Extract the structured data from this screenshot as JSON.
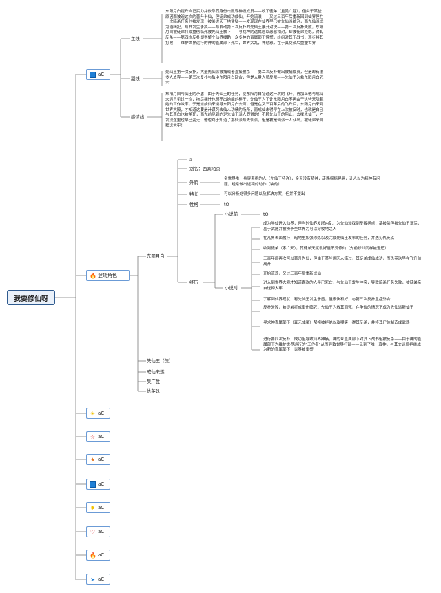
{
  "root": {
    "label": "我要修仙呀"
  },
  "branches": {
    "b1": {
      "label": "aC",
      "icon": "blue-square-icon"
    },
    "b2": {
      "label": "登场角色",
      "icon": "flame-icon"
    },
    "b3": {
      "label": "aC",
      "icon": "yellow-sun-icon"
    },
    "b4": {
      "label": "aC",
      "icon": "outline-star-icon"
    },
    "b5": {
      "label": "aC",
      "icon": "orange-star-icon"
    },
    "b6": {
      "label": "aC",
      "icon": "blue-square-icon"
    },
    "b7": {
      "label": "aC",
      "icon": "yellow-star-icon"
    },
    "b8": {
      "label": "aC",
      "icon": "heart-icon"
    },
    "b9": {
      "label": "aC",
      "icon": "fire-icon"
    },
    "b10": {
      "label": "aC",
      "icon": "paper-plane-icon"
    }
  },
  "plot": {
    "main": {
      "label": "主线",
      "text": "东阳月白提升自己实力并依靠假身份击败现神浪成员——收了徒弟（且吴广胜），但由于某些原因而被迫这次的晋升半仙，但徒弟成功成仙、开始流浪——又过三百年后重新回到仙界但在一次暗杀任务时被发现，被关进天王地监狱——发现现在仙界早已被先仙派统治，而先仙派成为通缉犯，与其发生争执——与发动第三次反扑的先仙王展开对决——第三次反扑失败，东阳月白被徒弟打成重伤临死被先仙王救下——寻找神的遗属想以恶意相对，却被徒弟拒绝，得其反杀——第四次反扑却得整个仙界援助，众多神的直属部下惊慌，纷纷对其下战书，逐步将其打败——维护世界运行的神的直属部下死亡，世界大乱，神惩怒，在于其交谈后重塑世界"
    },
    "sub": {
      "label": "副线",
      "text": "先仙王第一次反扑，大量先仙派被捕或者直接被杀——第二次反扑做出被捕成员，但是却有很多人放弃——第三次反扑与敌中东阳月白回合，但是大量人员反叛——先仙王为救东阳月白死去"
    },
    "emotion": {
      "label": "感情线",
      "text": "东阳月白与仙王的矛盾：由于先仙王的任务，使东阳月白错过这一次的飞升，再加上他与成仙未遇只见过一次，拖尽揣计也想不出她能的样子，先仙王为了让东阳月白不再由于这些来隐藏她的工作效率，于是派成仙来诱导东阳月白去面，但是在又三百年后的飞升后，东阳月白来到世界大殿，才知道这要是计谋死去仙人功绩的场所，而成仙未得早在上次被反时，也就是自己与其表白也被杀死，而先前见到的是先仙王派人假冒的！不顾先仙王的阻止，去找先仙王，才发现这里也早已变无，他也终于知道了那仙派与先仙派，但是被是仙派一人认出，被徒弟来自拜送大牢！"
    }
  },
  "characters": {
    "dongyang": {
      "label": "东阳月白",
      "a_label": "a",
      "alias": "别名：西宾陌贞",
      "appearance_label": "外貌",
      "appearance": "金世界唯一身穿素袍的人（先仙王特许），金天没有精神，走路摇摇晃晃，让人以为精神有问题，经常做出迟钝的动作（装的）",
      "specialty_label": "特长",
      "specialty": "可以分析处很多问题以及解决方案，但并不提出",
      "personality_label": "性格",
      "personality": "tO",
      "experience_label": "经历",
      "before_label": "小说前",
      "before_value": "tO",
      "during_label": "小说时",
      "events": [
        "成为半仙进入仙界，但当时仙界发起内乱，为先仙派找到反叛据点，基被杀但被先仙王复活，基于武器并被辨予全世界为可以穿梭地之人",
        "在凡界表面履行，暗地里加强修炼以及完成先仙王发布的任务，并遇见仇英玖",
        "收到徒弟（孝广天），其徒弟天赋很好但不爱修仙（先前修仙同样被退迫）",
        "三百年后再次可以晋升为仙，但由于某些原因人错过，其徒弟成仙成功，而仇英玖早在飞升前离开",
        "开始流浪，又过三百年后重新成仙",
        "进入到世界大殿才知道喜欢的人早已死亡，与先仙王发生冲突，导致暗杀任务失败，被徒弟亲自送押大牢",
        "了解到仙界现状，有先仙王发生矛盾，但很快和好，与第三次反扑重症外合",
        "反扑失败，被徒弟打成重伤临死，先仙王为救其而死，在争议的情况下成为先仙派新仙王",
        "寻求神直属部下（亚元成渠）帮祖被拒绝以及嘲笑，得其反杀，并将其尸体制造成武器",
        "进行第四次反扑，成功但导致仙界瘫痪，神的众直属部下对其下战书但被反杀——由于神的直属部下为维护世界运行的\"工作者\"从而导致世界打乱——见到了唯一真神，与其交谈后拒绝成为新的直属部下，世界被重塑"
      ]
    },
    "others": [
      "先仙王（傀）",
      "成仙未遂",
      "吴广胜",
      "仇英玖"
    ]
  }
}
